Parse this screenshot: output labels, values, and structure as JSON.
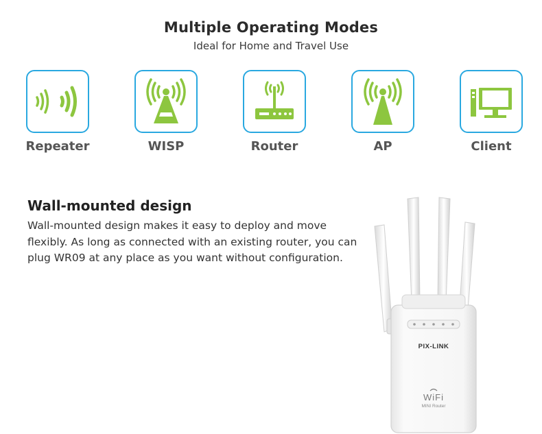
{
  "header": {
    "title": "Multiple Operating Modes",
    "subtitle": "Ideal for Home and Travel Use"
  },
  "modes": [
    {
      "label": "Repeater",
      "icon": "repeater-waves-icon"
    },
    {
      "label": "WISP",
      "icon": "wisp-tower-icon"
    },
    {
      "label": "Router",
      "icon": "router-icon"
    },
    {
      "label": "AP",
      "icon": "access-point-icon"
    },
    {
      "label": "Client",
      "icon": "client-computer-icon"
    }
  ],
  "colors": {
    "icon_green": "#8dc63f",
    "frame_blue": "#29a8e0"
  },
  "wall": {
    "heading": "Wall-mounted design",
    "text": "Wall-mounted design makes it easy to deploy and move flexibly. As long as connected with an existing router, you can plug WR09 at any place as you want without configuration."
  },
  "product": {
    "brand": "PIX-LINK",
    "wifi_logo": "WiFi",
    "model_tag": "MINI Router"
  }
}
